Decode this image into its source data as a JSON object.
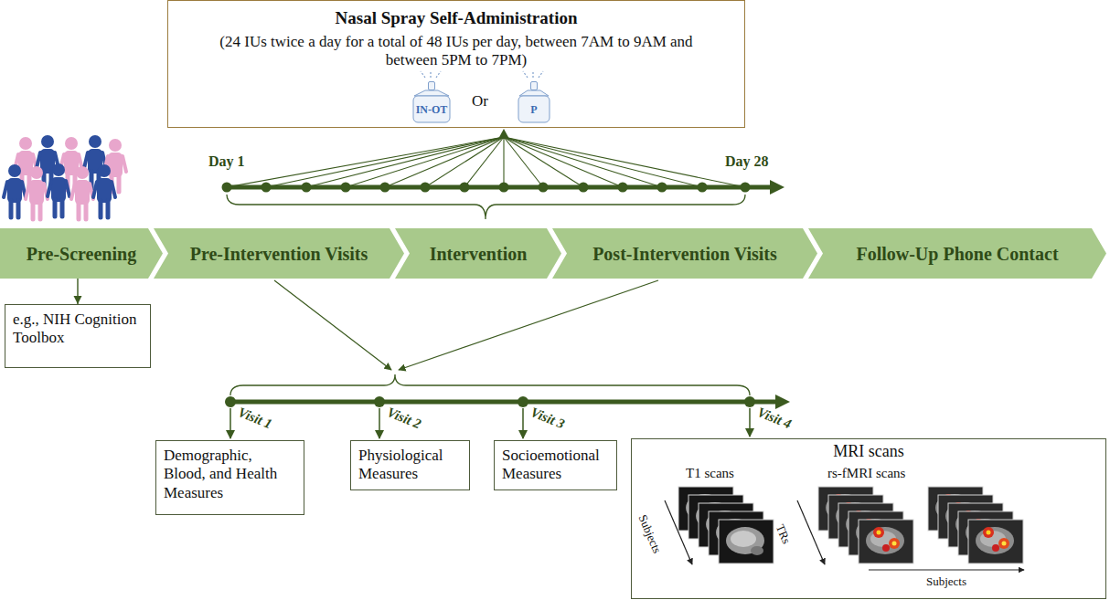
{
  "diagram": {
    "nodes": [
      {
        "text": [
          "Nasal Spray Self-Administration",
          "(24 IUs twice a day for a total of 48 IUs per day, between 7AM to 9AM and between 5PM to 7PM)"
        ]
      },
      {
        "text": [
          "IN-OT"
        ],
        "in": 0
      },
      {
        "text": [
          "P"
        ],
        "in": 0
      },
      {
        "text": [
          "Pre-Screening"
        ]
      },
      {
        "text": [
          "Pre-Intervention Visits"
        ]
      },
      {
        "text": [
          "Intervention"
        ]
      },
      {
        "text": [
          "Post-Intervention Visits"
        ]
      },
      {
        "text": [
          "Follow-Up Phone Contact"
        ]
      },
      {
        "text": [
          "e.g., NIH Cognition Toolbox"
        ]
      },
      {
        "text": [
          "Demographic, Blood, and Health Measures"
        ]
      },
      {
        "text": [
          "Physiological Measures"
        ]
      },
      {
        "text": [
          "Socioemotional Measures"
        ]
      },
      {
        "text": [
          "MRI scans"
        ]
      }
    ],
    "edges": [
      {
        "from": 3,
        "to": 8,
        "arrow": "to"
      }
    ],
    "labels": [
      "Or",
      "Day 1",
      "Day 28",
      "Visit 1",
      "Visit 2",
      "Visit 3",
      "Visit 4",
      "T1 scans",
      "rs-fMRI scans",
      "Subjects",
      "TRs",
      "Subjects"
    ]
  }
}
